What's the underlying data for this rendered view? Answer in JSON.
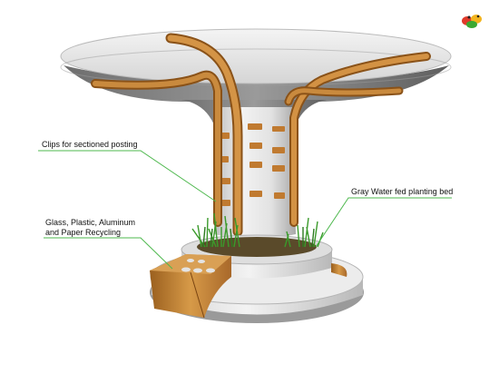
{
  "annotations": {
    "clips": "Clips for sectioned posting",
    "gray_water": "Gray Water fed planting bed",
    "recycling_line1": "Glass, Plastic, Aluminum",
    "recycling_line2": "and Paper Recycling"
  },
  "colors": {
    "leader_line": "#4db84d",
    "wood": "#c88a3a",
    "stone": "#e6e6e6",
    "grass": "#3a9a2a"
  },
  "icons": [
    "logo-icon"
  ]
}
